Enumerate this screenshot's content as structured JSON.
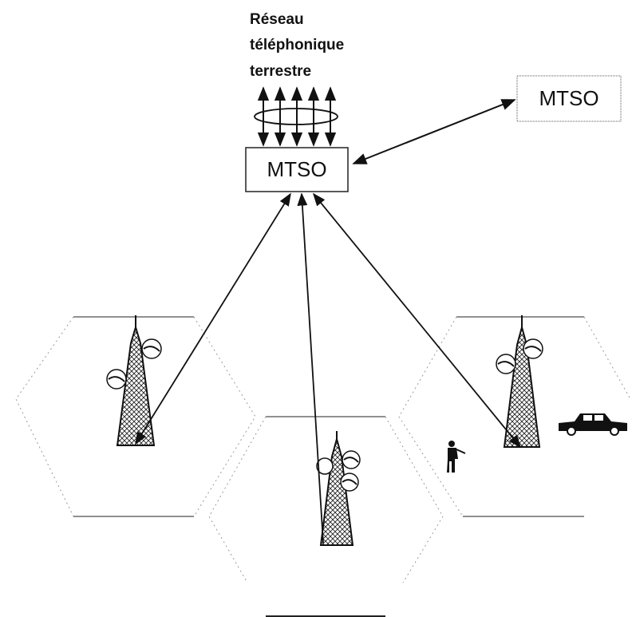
{
  "network": {
    "line1": "Réseau",
    "line2": "téléphonique",
    "line3": "terrestre"
  },
  "mtso_main": {
    "label": "MTSO"
  },
  "mtso_remote": {
    "label": "MTSO"
  },
  "colors": {
    "ink": "#111111",
    "line": "#333333",
    "cell": "#9a9a9a"
  },
  "icons": [
    "tower-icon",
    "person-icon",
    "car-icon"
  ]
}
